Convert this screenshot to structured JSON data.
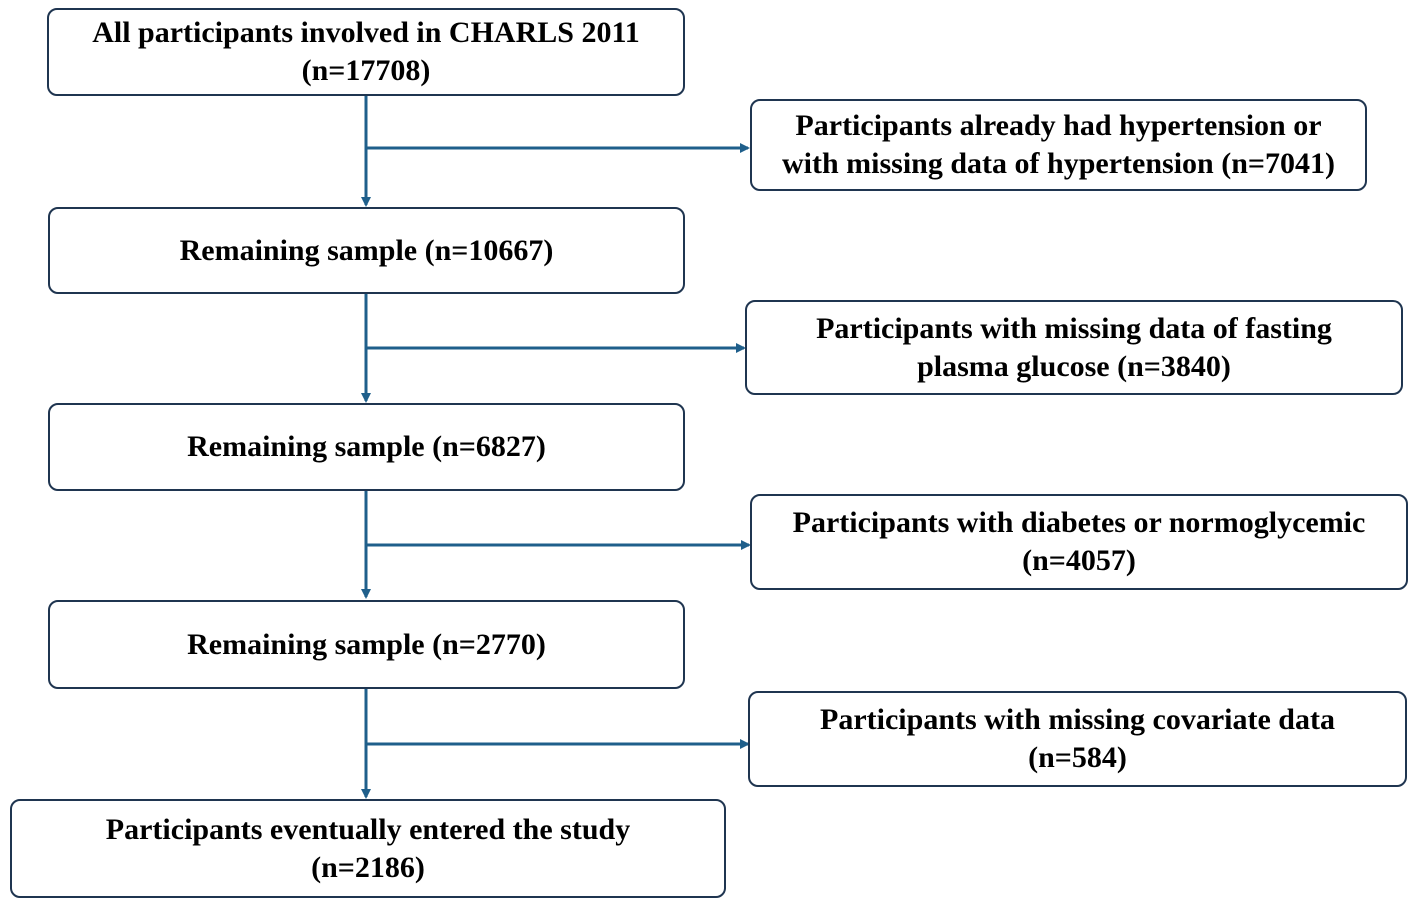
{
  "colors": {
    "connector": "#1f5f8b",
    "box_border": "#1f3550",
    "text": "#000000"
  },
  "flow": {
    "start": {
      "line1": "All participants involved in CHARLS 2011",
      "line2": "(n=17708)"
    },
    "exclusion_1": {
      "line1": "Participants already had hypertension or",
      "line2": "with missing data of hypertension  (n=7041)"
    },
    "remaining_1": {
      "line1": "Remaining sample (n=10667)"
    },
    "exclusion_2": {
      "line1": "Participants with missing data of fasting",
      "line2": "plasma glucose (n=3840)"
    },
    "remaining_2": {
      "line1": "Remaining sample (n=6827)"
    },
    "exclusion_3": {
      "line1": "Participants with diabetes or normoglycemic",
      "line2": "(n=4057)"
    },
    "remaining_3": {
      "line1": "Remaining sample (n=2770)"
    },
    "exclusion_4": {
      "line1": "Participants with missing covariate data",
      "line2": "(n=584)"
    },
    "final": {
      "line1": "Participants eventually entered the study",
      "line2": "(n=2186)"
    }
  }
}
